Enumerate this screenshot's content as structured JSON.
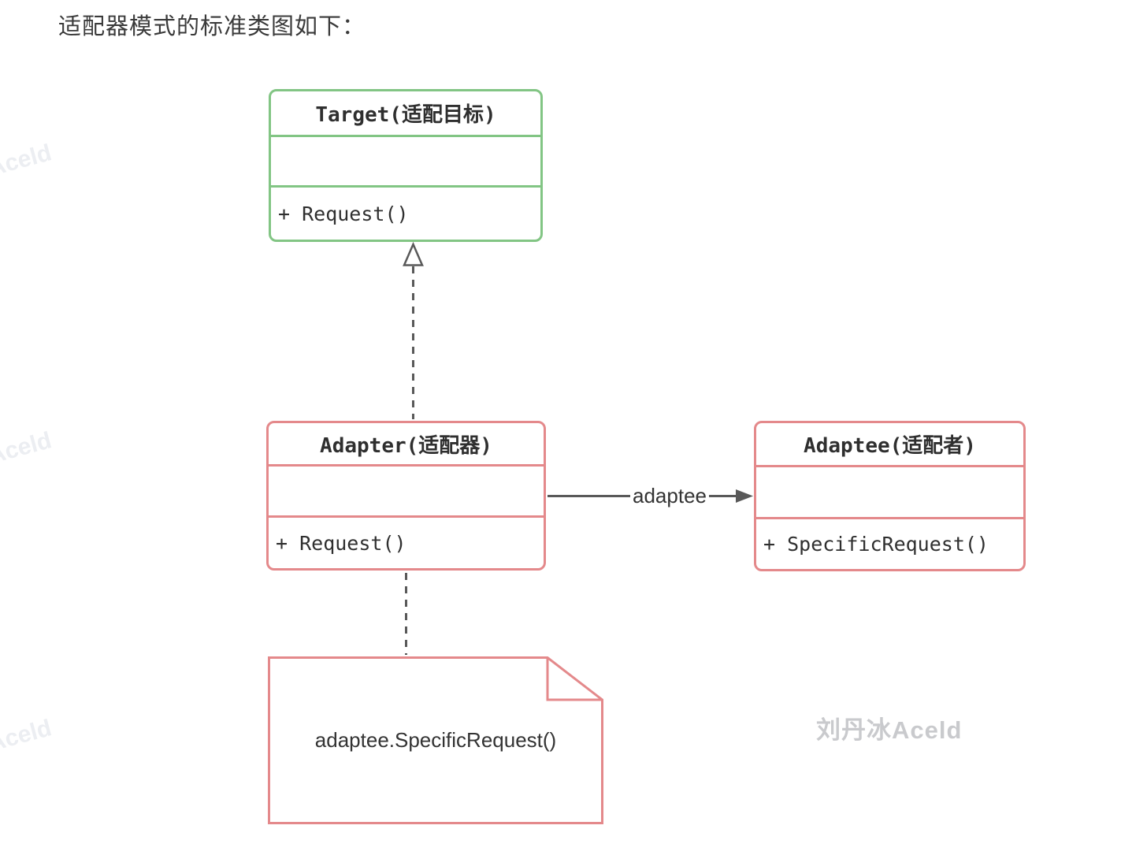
{
  "page": {
    "title": "适配器模式的标准类图如下："
  },
  "diagram": {
    "classes": [
      {
        "name": "Target(适配目标)",
        "attributes": [],
        "methods": [
          "+ Request()"
        ]
      },
      {
        "name": "Adapter(适配器)",
        "attributes": [],
        "methods": [
          "+ Request()"
        ]
      },
      {
        "name": "Adaptee(适配者)",
        "attributes": [],
        "methods": [
          "+ SpecificRequest()"
        ]
      }
    ],
    "relations": [
      {
        "type": "realization",
        "from": "Adapter",
        "to": "Target",
        "label": ""
      },
      {
        "type": "association",
        "from": "Adapter",
        "to": "Adaptee",
        "label": "adaptee"
      },
      {
        "type": "note-anchor",
        "from": "Adapter",
        "to": "note",
        "label": ""
      }
    ],
    "note": {
      "text": "adaptee.SpecificRequest()"
    },
    "colors": {
      "target_accent": "#82c584",
      "adaptee_accent": "#e4898b",
      "edge_line": "#595959",
      "text": "#2f2f2f"
    }
  },
  "watermarks": {
    "corner": "刘丹冰Aceld",
    "edge": "刘丹冰Aceld"
  }
}
